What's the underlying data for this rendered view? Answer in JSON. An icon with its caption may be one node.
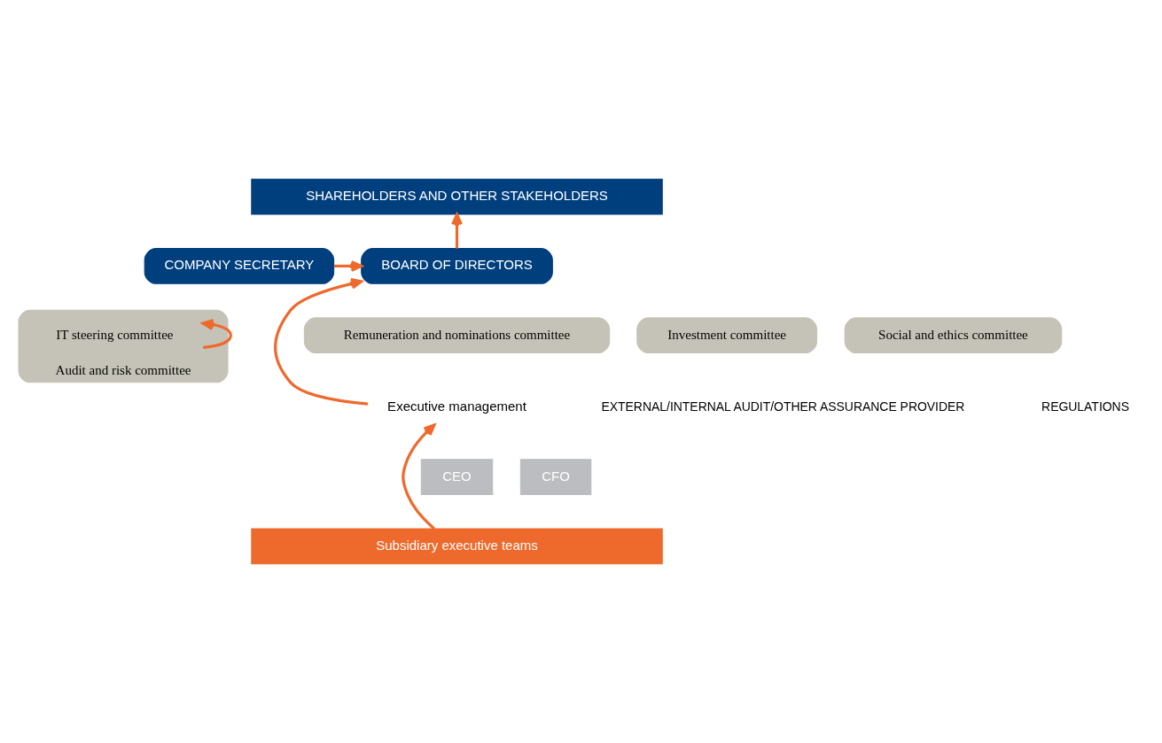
{
  "diagram": {
    "nodes": [
      {
        "text": [
          "SHAREHOLDERS AND OTHER STAKEHOLDERS"
        ]
      },
      {
        "text": [
          "BOARD OF DIRECTORS"
        ]
      },
      {
        "text": [
          "COMPANY SECRETARY"
        ]
      },
      {
        "text": [
          "Audit and risk committee"
        ]
      },
      {
        "text": [
          "IT steering committee"
        ],
        "in": 3
      },
      {
        "text": [
          "Remuneration and nominations committee"
        ]
      },
      {
        "text": [
          "Investment committee"
        ]
      },
      {
        "text": [
          "Social and ethics committee"
        ]
      },
      {
        "text": [
          "Executive management"
        ]
      },
      {
        "text": [
          "CEO"
        ]
      },
      {
        "text": [
          "CFO"
        ]
      },
      {
        "text": [
          "Subsidiary executive teams"
        ]
      }
    ],
    "edges": [
      {
        "from": 1,
        "to": 0,
        "arrow": "to"
      },
      {
        "from": 2,
        "to": 1,
        "arrow": "to"
      },
      {
        "from": 4,
        "to": 3,
        "arrow": "to"
      },
      {
        "from": 8,
        "to": 1,
        "arrow": "to"
      },
      {
        "from": 11,
        "to": 8,
        "arrow": "to"
      }
    ],
    "labels": [
      "EXTERNAL/INTERNAL AUDIT/OTHER ASSURANCE PROVIDER",
      "REGULATIONS"
    ]
  }
}
